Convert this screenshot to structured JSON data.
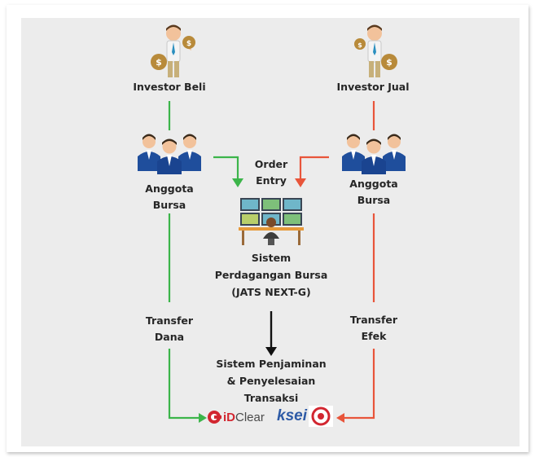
{
  "nodes": {
    "investor_beli": "Investor Beli",
    "investor_jual": "Investor Jual",
    "anggota_bursa_left": [
      "Anggota",
      "Bursa"
    ],
    "anggota_bursa_right": [
      "Anggota",
      "Bursa"
    ],
    "order_entry": [
      "Order",
      "Entry"
    ],
    "sistem_perdagangan": [
      "Sistem",
      "Perdagangan Bursa",
      "(JATS NEXT-G)"
    ],
    "sistem_penjaminan": [
      "Sistem Penjaminan",
      "& Penyelesaian",
      "Transaksi"
    ],
    "transfer_dana": [
      "Transfer",
      "Dana"
    ],
    "transfer_efek": [
      "Transfer",
      "Efek"
    ]
  },
  "logos": {
    "idclear": {
      "prefix": "iD",
      "name": "Clear"
    },
    "ksei": {
      "name": "ksei"
    }
  },
  "colors": {
    "green": "#3cb54a",
    "red": "#e8553a",
    "black": "#111111",
    "suit": "#1f4e9c",
    "idclear_red": "#d22630"
  },
  "icons": [
    "investor-icon",
    "group-icon",
    "trading-desk-icon",
    "idclear-logo",
    "ksei-logo"
  ]
}
